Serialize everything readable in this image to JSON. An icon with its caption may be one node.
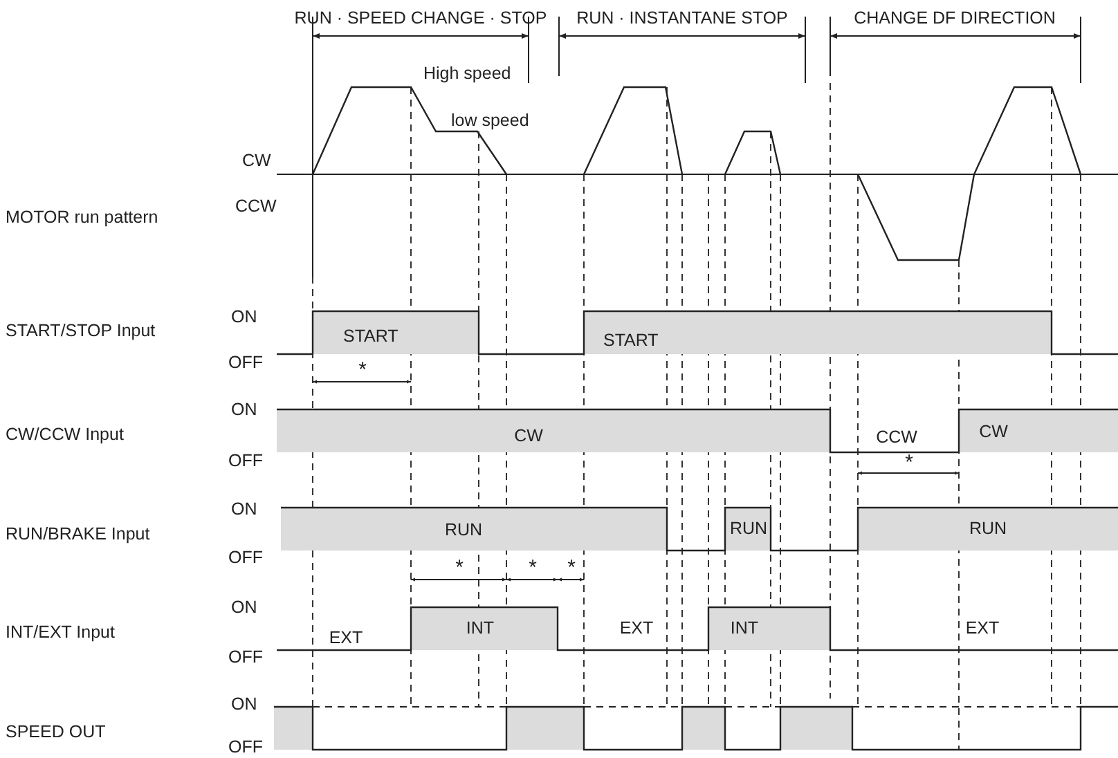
{
  "diagram": {
    "labels": [
      "RUN · SPEED CHANGE · STOP",
      "RUN · INSTANTANE STOP",
      "CHANGE DF DIRECTION",
      "High speed",
      "low speed",
      "MOTOR run pattern",
      "CW",
      "CCW",
      "ON",
      "START/STOP Input",
      "START",
      "START",
      "OFF",
      "*",
      "ON",
      "CW/CCW Input",
      "CW",
      "OFF",
      "CCW",
      "CW",
      "*",
      "ON",
      "RUN/BRAKE Input",
      "RUN",
      "RUN",
      "RUN",
      "OFF",
      "*",
      "*",
      "*",
      "ON",
      "INT/EXT Input",
      "EXT",
      "INT",
      "EXT",
      "INT",
      "EXT",
      "OFF",
      "ON",
      "SPEED OUT",
      "OFF"
    ]
  }
}
